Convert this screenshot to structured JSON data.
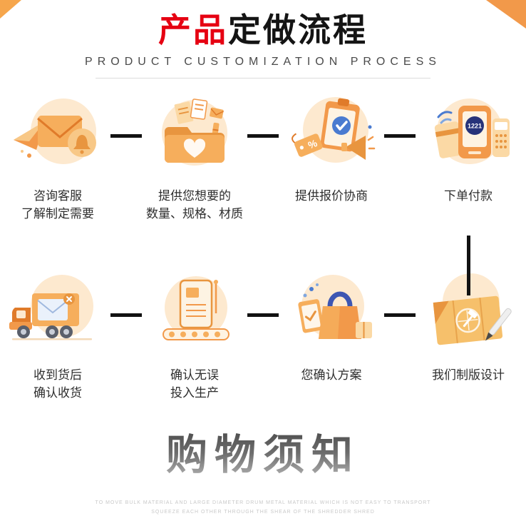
{
  "header": {
    "title_red_part": "产品",
    "title_dark_part": "定做流程",
    "subtitle": "PRODUCT CUSTOMIZATION PROCESS"
  },
  "colors": {
    "title_red": "#E60012",
    "orange_main": "#F2994A",
    "orange_light": "#F8C887",
    "blue_accent": "#4A7BD0",
    "connector_black": "#121212"
  },
  "flow": {
    "payment_display": "1221",
    "row1": [
      {
        "icon": "consult-service-icon",
        "lines": [
          "咨询客服",
          "了解制定需要"
        ]
      },
      {
        "icon": "requirements-folder-icon",
        "lines": [
          "提供您想要的",
          "数量、规格、材质"
        ]
      },
      {
        "icon": "quote-clipboard-icon",
        "lines": [
          "提供报价协商"
        ]
      },
      {
        "icon": "payment-phone-icon",
        "lines": [
          "下单付款"
        ]
      }
    ],
    "row2": [
      {
        "icon": "delivery-truck-icon",
        "lines": [
          "收到货后",
          "确认收货"
        ]
      },
      {
        "icon": "production-machine-icon",
        "lines": [
          "确认无误",
          "投入生产"
        ]
      },
      {
        "icon": "confirm-plan-bag-icon",
        "lines": [
          "您确认方案"
        ]
      },
      {
        "icon": "design-blueprint-icon",
        "lines": [
          "我们制版设计"
        ]
      }
    ]
  },
  "notice": {
    "title": "购物须知",
    "fineprint_line1": "TO MOVE BULK MATERIAL AND LARGE DIAMETER DRUM METAL MATERIAL WHICH IS NOT EASY TO TRANSPORT",
    "fineprint_line2": "SQUEEZE EACH OTHER THROUGH THE SHEAR OF THE SHREDDER SHRED"
  }
}
